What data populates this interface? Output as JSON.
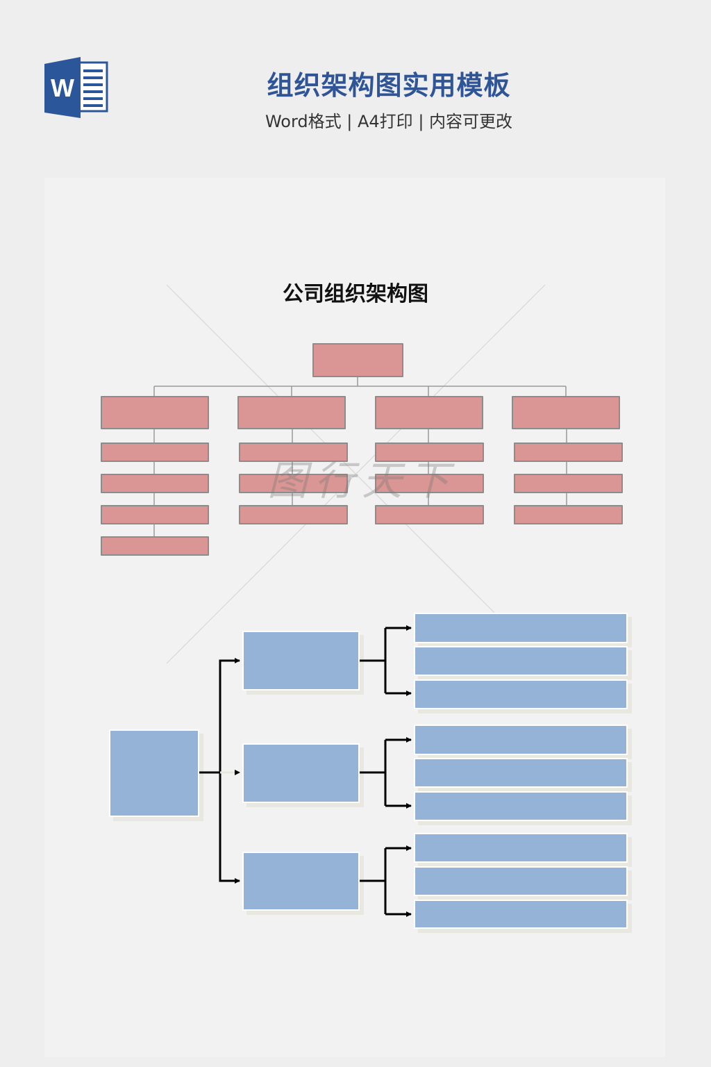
{
  "header": {
    "icon": "word-icon",
    "icon_letter": "W",
    "title": "组织架构图实用模板",
    "subtitle": "Word格式 | A4打印 | 内容可更改"
  },
  "document": {
    "title": "公司组织架构图",
    "watermark": "图行天下"
  },
  "colors": {
    "title": "#2f5597",
    "pink_box": "#d99694",
    "blue_box": "#95b3d7"
  }
}
